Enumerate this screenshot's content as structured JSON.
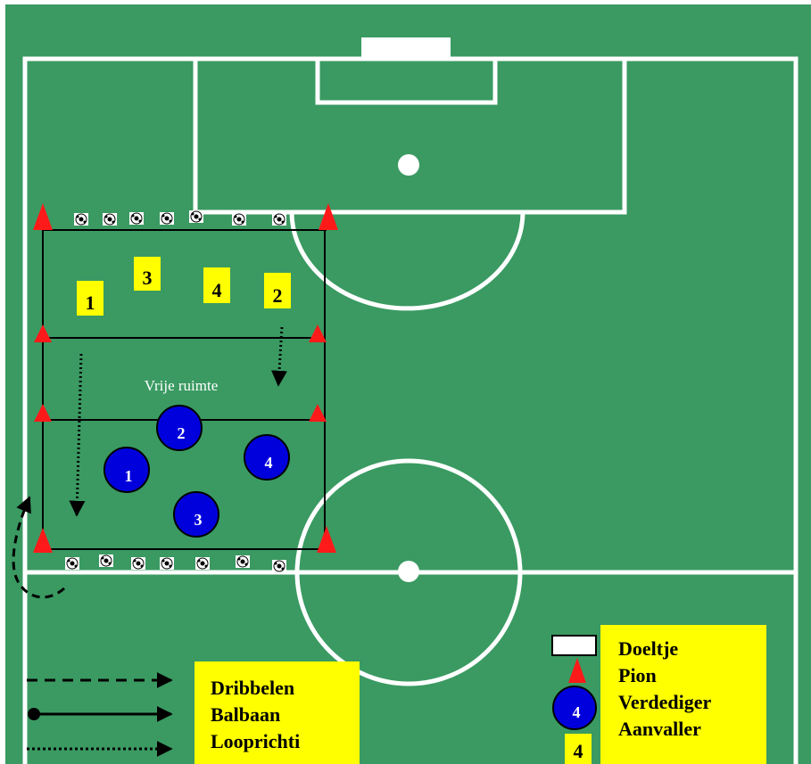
{
  "zone_label": "Vrije ruimte",
  "attackers": [
    "1",
    "3",
    "4",
    "2"
  ],
  "defenders": [
    "2",
    "4",
    "1",
    "3"
  ],
  "line_legend": [
    "Dribbelen",
    "Balbaan",
    "Looprichti"
  ],
  "symbol_legend": {
    "goal": "Doeltje",
    "cone": "Pion",
    "defender": "Verdediger",
    "attacker": "Aanvaller",
    "defender_sample_number": "4",
    "attacker_sample_number": "4"
  },
  "colors": {
    "grass": "#3a9a62",
    "lines": "#ffffff",
    "cone": "#ff1a1a",
    "defender": "#0000dd",
    "label_bg": "#ffff00"
  }
}
